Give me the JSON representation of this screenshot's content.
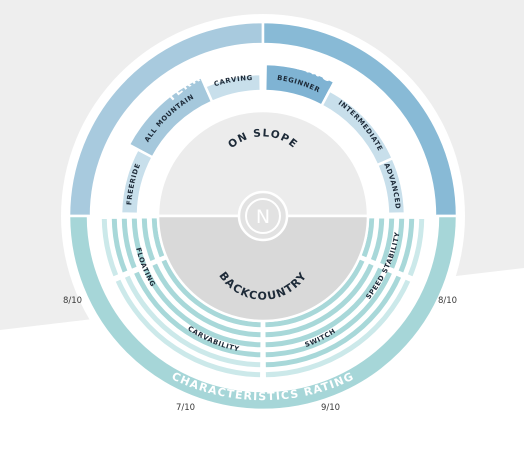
{
  "colors": {
    "bg_wedge": "#eeeeee",
    "terrain_arc": "#a8cade",
    "riding_arc": "#88bad6",
    "terrain_seg": "#a5c8dc",
    "riding_seg": "#7fb3d3",
    "inactive_seg": "#c8dfeb",
    "rating_arc": "#a6d6d8",
    "rating_ring": "#a8d8d9",
    "rating_ring_light": "#cce9ea",
    "center_top": "#ececec",
    "center_bottom": "#d9d9d9"
  },
  "header_arcs": {
    "terrain": "TERRAIN",
    "riding_level": "RIDING LEVEL",
    "characteristics": "CHARACTERISTICS RATING"
  },
  "terrain_segments": [
    {
      "label": "FREERIDE",
      "active": false
    },
    {
      "label": "ALL MOUNTAIN",
      "active": true
    },
    {
      "label": "CARVING",
      "active": false
    }
  ],
  "riding_segments": [
    {
      "label": "BEGINNER",
      "active": true
    },
    {
      "label": "INTERMEDIATE",
      "active": false
    },
    {
      "label": "ADVANCED",
      "active": false
    }
  ],
  "center": {
    "top_label": "ON SLOPE",
    "bottom_label": "BACKCOUNTRY",
    "logo_letter": "N",
    "logo_icon": "brand-logo-icon"
  },
  "characteristics": [
    {
      "label": "FLOATING",
      "score": "8/10",
      "value": 8
    },
    {
      "label": "CARVABILITY",
      "score": "7/10",
      "value": 7
    },
    {
      "label": "SWITCH",
      "score": "9/10",
      "value": 9
    },
    {
      "label": "SPEED STABILITY",
      "score": "8/10",
      "value": 8
    }
  ]
}
